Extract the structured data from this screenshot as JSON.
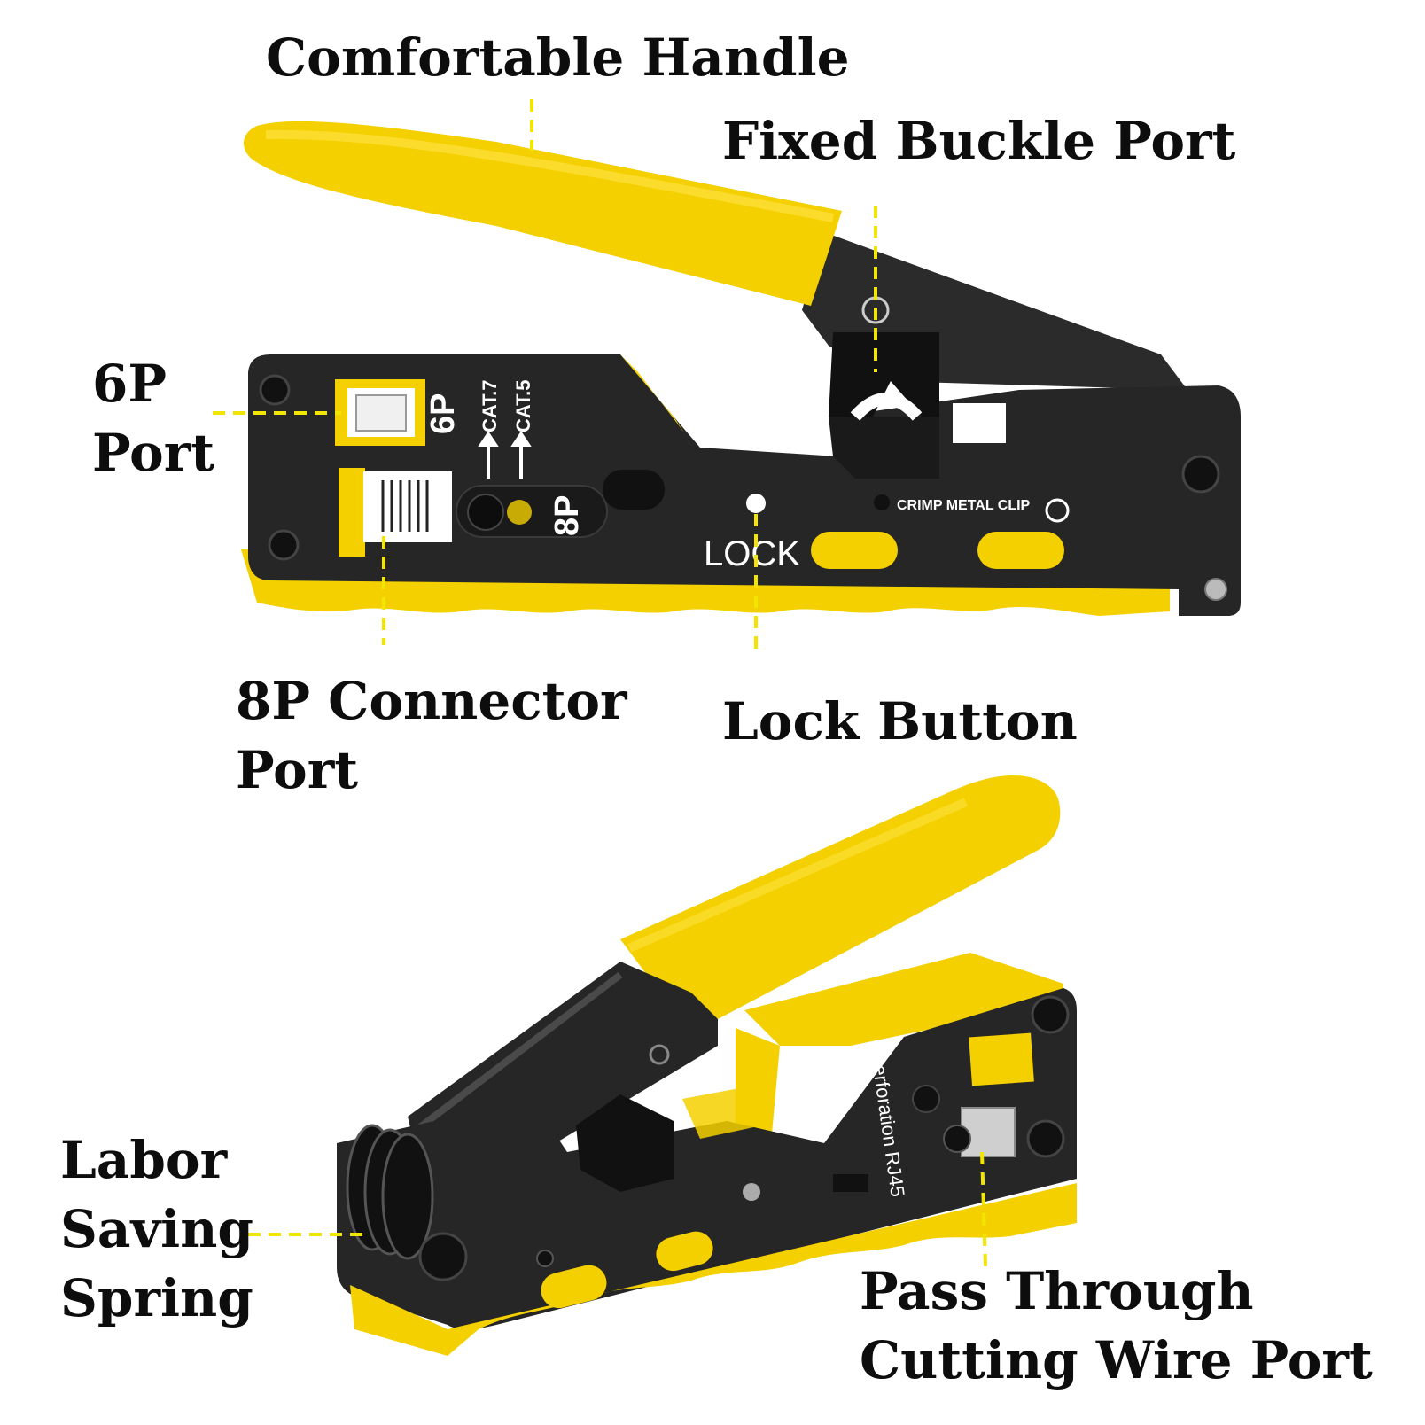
{
  "labels": {
    "comfortable_handle": "Comfortable Handle",
    "fixed_buckle_port": "Fixed Buckle Port",
    "six_p_port": {
      "line1": "6P",
      "line2": "Port"
    },
    "eight_p_connector_port": {
      "line1": "8P Connector",
      "line2": "Port"
    },
    "lock_button": "Lock Button",
    "labor_saving_spring": {
      "line1": "Labor",
      "line2": "Saving",
      "line3": "Spring"
    },
    "pass_through_cutting_wire_port": {
      "line1": "Pass Through",
      "line2": "Cutting Wire Port"
    }
  },
  "tool_markings": {
    "six_p": "6P",
    "cat7": "CAT.7",
    "cat5": "CAT.5",
    "eight_p": "8P",
    "crimp_metal_clip": "CRIMP METAL CLIP",
    "lock": "LOCK",
    "perforation_rj45": "Perforation RJ45"
  },
  "colors": {
    "tool_yellow": "#f4d000",
    "tool_black": "#262626",
    "callout_yellow": "#f2e600"
  }
}
